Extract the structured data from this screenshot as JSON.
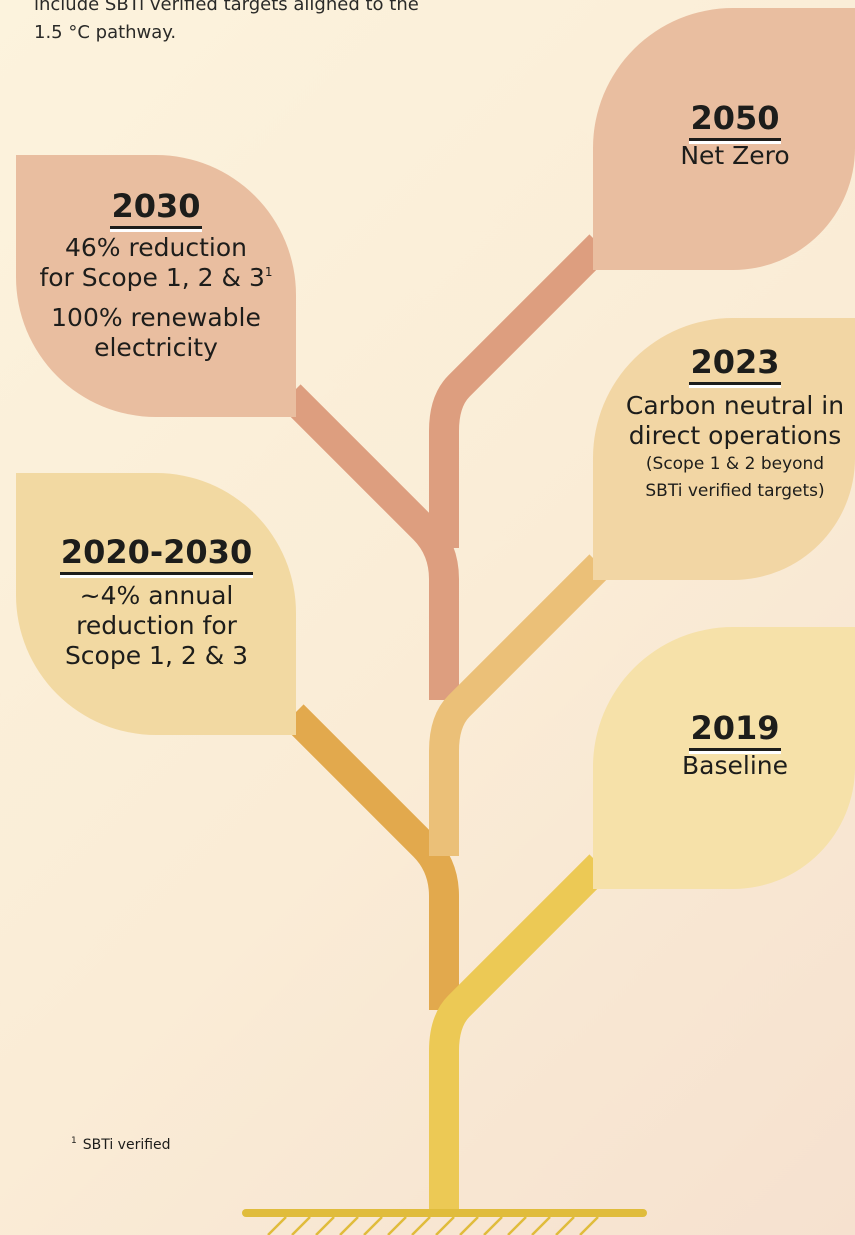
{
  "intro": {
    "line1": "include SBTi verified targets aligned to the",
    "line2": "1.5 °C pathway."
  },
  "milestones": {
    "net_zero": {
      "year": "2050",
      "text": "Net Zero",
      "color": "#e9bea0",
      "stem_color": "#dd9e7f"
    },
    "reduction_2030": {
      "year": "2030",
      "line1": "46% reduction",
      "line2": "for Scope 1, 2 & 3",
      "sup": "1",
      "line3": "100% renewable",
      "line4": "electricity",
      "color": "#e9bea0",
      "stem_color": "#dd9e7f"
    },
    "carbon_neutral": {
      "year": "2023",
      "line1": "Carbon neutral in",
      "line2": "direct operations",
      "note1": "(Scope 1 & 2 beyond",
      "note2": "SBTi verified targets)",
      "color": "#f2d6a4",
      "stem_color": "#ebc078"
    },
    "annual_reduction": {
      "year": "2020-2030",
      "line1": "~4% annual",
      "line2": "reduction for",
      "line3": "Scope 1, 2 & 3",
      "color": "#f2d9a2",
      "stem_color": "#e2a94d"
    },
    "baseline": {
      "year": "2019",
      "text": "Baseline",
      "color": "#f6e1a9",
      "stem_color": "#ecc955"
    }
  },
  "footnote": {
    "mark": "1",
    "text": "SBTi verified"
  },
  "ground": {
    "color": "#e0bc3c"
  }
}
